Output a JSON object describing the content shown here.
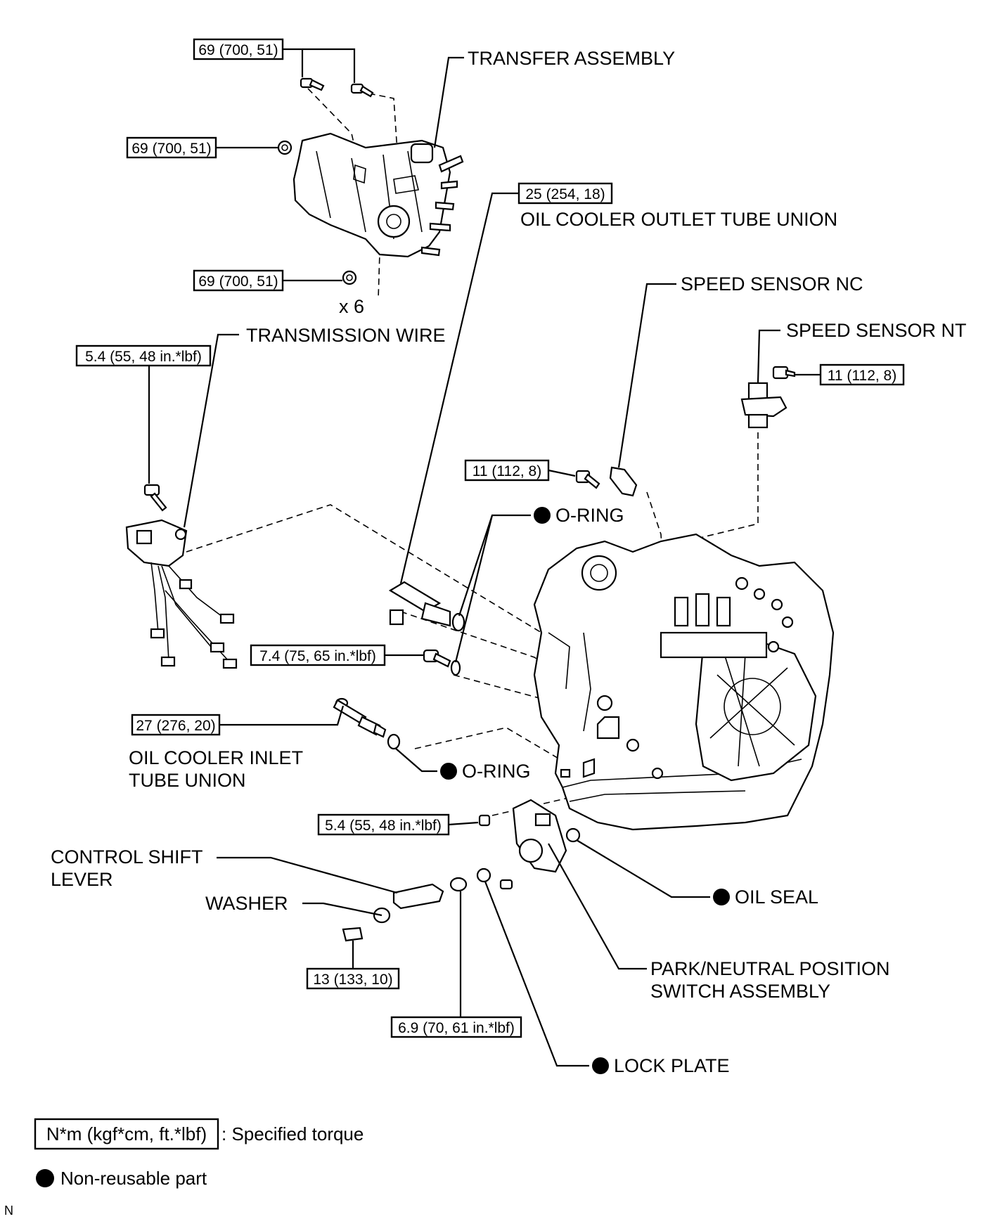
{
  "parts": {
    "transfer_assembly": "TRANSFER ASSEMBLY",
    "oil_cooler_outlet": "OIL COOLER OUTLET TUBE UNION",
    "speed_sensor_nc": "SPEED SENSOR NC",
    "speed_sensor_nt": "SPEED SENSOR NT",
    "transmission_wire": "TRANSMISSION WIRE",
    "o_ring_upper": "O-RING",
    "o_ring_lower": "O-RING",
    "oil_cooler_inlet_line1": "OIL COOLER INLET",
    "oil_cooler_inlet_line2": "TUBE UNION",
    "control_shift_line1": "CONTROL SHIFT",
    "control_shift_line2": "LEVER",
    "washer": "WASHER",
    "oil_seal": "OIL SEAL",
    "pnp_line1": "PARK/NEUTRAL POSITION",
    "pnp_line2": "SWITCH ASSEMBLY",
    "lock_plate": "LOCK PLATE",
    "quantity": "x 6"
  },
  "torques": {
    "t_transfer_top": "69 (700, 51)",
    "t_transfer_mid": "69 (700, 51)",
    "t_transfer_bot": "69 (700, 51)",
    "t_outlet": "25 (254, 18)",
    "t_wire": "5.4 (55, 48 in.*lbf)",
    "t_nt": "11 (112, 8)",
    "t_nc": "11 (112, 8)",
    "t_bolt": "7.4 (75, 65 in.*lbf)",
    "t_inlet": "27 (276, 20)",
    "t_pnp": "5.4 (55, 48 in.*lbf)",
    "t_nut": "13 (133, 10)",
    "t_lever_nut": "6.9 (70, 61 in.*lbf)"
  },
  "legend": {
    "torque_box": "N*m (kgf*cm, ft.*lbf)",
    "torque_text": ": Specified torque",
    "nonreusable_text": "Non-reusable part"
  },
  "corner_mark": "N"
}
